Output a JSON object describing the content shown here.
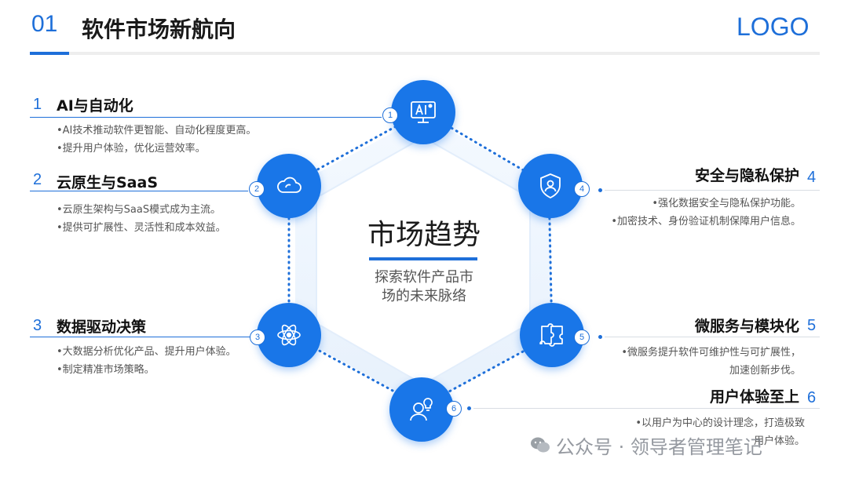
{
  "header": {
    "number": "01",
    "title": "软件市场新航向",
    "logo": "LOGO"
  },
  "center": {
    "title": "市场趋势",
    "subtitle_line1": "探索软件产品市",
    "subtitle_line2": "场的未来脉络"
  },
  "items": [
    {
      "num": "1",
      "badge": "1",
      "title": "AI与自动化",
      "icon": "ai-monitor-icon",
      "lines": [
        "•AI技术推动软件更智能、自动化程度更高。",
        "•提升用户体验，优化运营效率。"
      ]
    },
    {
      "num": "2",
      "badge": "2",
      "title": "云原生与SaaS",
      "icon": "cloud-icon",
      "lines": [
        "•云原生架构与SaaS模式成为主流。",
        "•提供可扩展性、灵活性和成本效益。"
      ]
    },
    {
      "num": "3",
      "badge": "3",
      "title": "数据驱动决策",
      "icon": "atom-icon",
      "lines": [
        "•大数据分析优化产品、提升用户体验。",
        "•制定精准市场策略。"
      ]
    },
    {
      "num": "4",
      "badge": "4",
      "title": "安全与隐私保护",
      "icon": "shield-user-icon",
      "lines": [
        "•强化数据安全与隐私保护功能。",
        "•加密技术、身份验证机制保障用户信息。"
      ]
    },
    {
      "num": "5",
      "badge": "5",
      "title": "微服务与模块化",
      "icon": "puzzle-icon",
      "lines": [
        "•微服务提升软件可维护性与可扩展性，",
        "加速创新步伐。"
      ]
    },
    {
      "num": "6",
      "badge": "6",
      "title": "用户体验至上",
      "icon": "user-idea-icon",
      "lines": [
        "•以用户为中心的设计理念，打造极致",
        "用户体验。"
      ]
    }
  ],
  "watermark": "公众号 · 领导者管理笔记",
  "colors": {
    "accent": "#1e6fd9",
    "circle": "#1976e8",
    "hex_fill": "#eef5fd"
  }
}
